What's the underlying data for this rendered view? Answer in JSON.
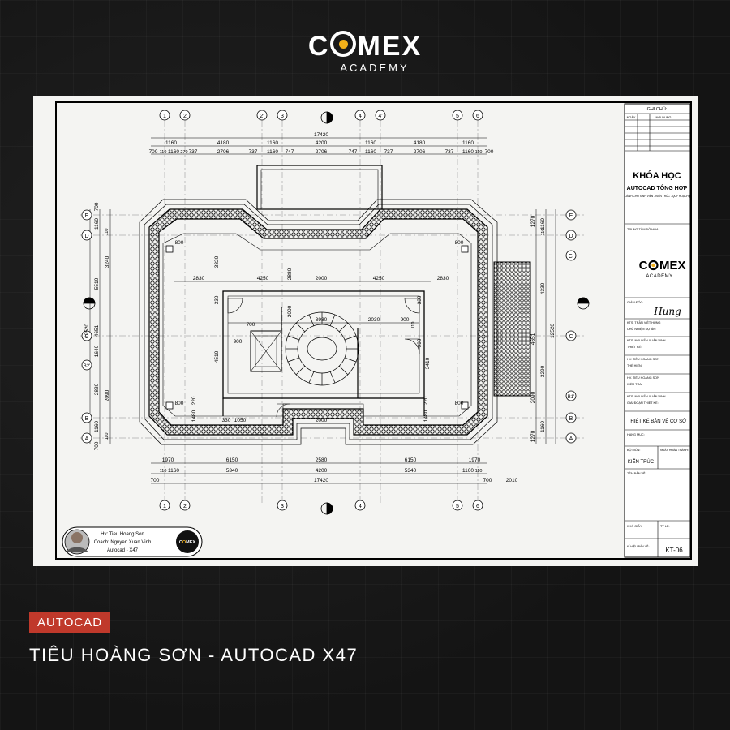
{
  "brand": {
    "name_part1": "C",
    "name_part2": "MEX",
    "sub": "ACADEMY",
    "accent": "#f2b019"
  },
  "tag": "AUTOCAD",
  "title": "TIÊU HOÀNG SƠN - AUTOCAD X47",
  "student": {
    "line1": "Hv: Tieu Hoang Son",
    "line2": "Coach: Nguyen Xuan Vinh",
    "line3": "Autocad - X47"
  },
  "plan": {
    "dims_top_total": "17420",
    "dims_top_row2": [
      "1160",
      "4180",
      "1160",
      "4200",
      "1160",
      "4180",
      "1160"
    ],
    "dims_top_row3": [
      "700",
      "110",
      "1160",
      "270",
      "737",
      "2706",
      "737",
      "1160",
      "747",
      "2706",
      "747",
      "1160",
      "737",
      "2706",
      "737",
      "1160",
      "110",
      "700"
    ],
    "dims_bottom_row1": [
      "1970",
      "6150",
      "2580",
      "6150",
      "1970"
    ],
    "dims_bottom_row2": [
      "110",
      "1160",
      "5340",
      "4200",
      "5340",
      "1160",
      "110"
    ],
    "dims_bottom_total": "17420",
    "dims_bottom_edge": [
      "700",
      "700",
      "2010"
    ],
    "dims_inner_h": [
      "2830",
      "4250",
      "2000",
      "4250",
      "2830"
    ],
    "dims_inner_mid": [
      "3980",
      "2030",
      "900"
    ],
    "dims_inner_small": [
      "800",
      "800",
      "800",
      "800",
      "1050",
      "330",
      "2000",
      "900",
      "700"
    ],
    "dims_left_total": "12520",
    "dims_left_parts": [
      "700",
      "1160",
      "110",
      "3240",
      "5510",
      "4651",
      "1640",
      "2830",
      "2090",
      "1160",
      "110",
      "700"
    ],
    "dims_right_total": "12520",
    "dims_right_parts": [
      "1270",
      "1160",
      "110",
      "4330",
      "4651",
      "3290",
      "2090",
      "1160",
      "1270"
    ],
    "dims_inner_v": [
      "3820",
      "2880",
      "2000",
      "4510",
      "3410",
      "1480",
      "1480",
      "220",
      "220",
      "330",
      "330",
      "990",
      "110"
    ],
    "axes_top": [
      "1",
      "2",
      "2'",
      "3",
      "4",
      "4'",
      "5",
      "6"
    ],
    "axes_bottom": [
      "1",
      "2",
      "3",
      "4",
      "5",
      "6"
    ],
    "axes_left": [
      "E",
      "D",
      "C",
      "B2'",
      "B",
      "A"
    ],
    "axes_right": [
      "E",
      "D",
      "C'",
      "C",
      "B1'",
      "B",
      "A"
    ]
  },
  "titleblock": {
    "ghichu": "GHI CHÚ:",
    "ghichu_cols": [
      "NGÀY",
      "NỘI DUNG"
    ],
    "course_line1": "KHÓA HỌC",
    "course_line2": "AUTOCAD TỔNG HỢP",
    "course_note": "(DÀNH CHO SINH VIÊN - KIẾN TRÚC - QUY HOẠCH )",
    "center_label": "TRUNG TÂM ĐỒ HỌA:",
    "logo_sub": "ACADEMY",
    "director": "GIÁM ĐỐC:",
    "signature": "Hung",
    "director_name": "KTS. TRẦN VIỆT HÙNG",
    "chunhiem": "CHỦ NHIỆM DỰ ÁN:",
    "chunhiem_name": "KTS. NGUYỄN XUÂN VINH",
    "thietke": "THIẾT KẾ:",
    "thietke_name": "HV. TIÊU HOÀNG SƠN",
    "thehien": "THỂ HIỆN:",
    "thehien_name": "HV. TIÊU HOÀNG SƠN",
    "kiemtra": "KIỂM TRA:",
    "kiemtra_name": "KTS. NGUYỄN XUÂN VINH",
    "giaidoan_label": "GIAI ĐOẠN THIẾT KẾ:",
    "giaidoan": "THIẾT KẾ BẢN VẼ CƠ SỞ",
    "hangmuc": "HẠNG MỤC:",
    "bomon_label": "BỘ MÔN:",
    "ngay_label": "NGÀY HOÀN THÀNH:",
    "bomon": "KIẾN TRÚC",
    "tenbanve": "TÊN BẢN VẼ:",
    "khogiay": "KHỔ GIẤY:",
    "tyle": "TỶ LỆ:",
    "kyhieu": "KÍ HIỆU BẢN VẼ:",
    "sheet_no": "KT-06"
  }
}
